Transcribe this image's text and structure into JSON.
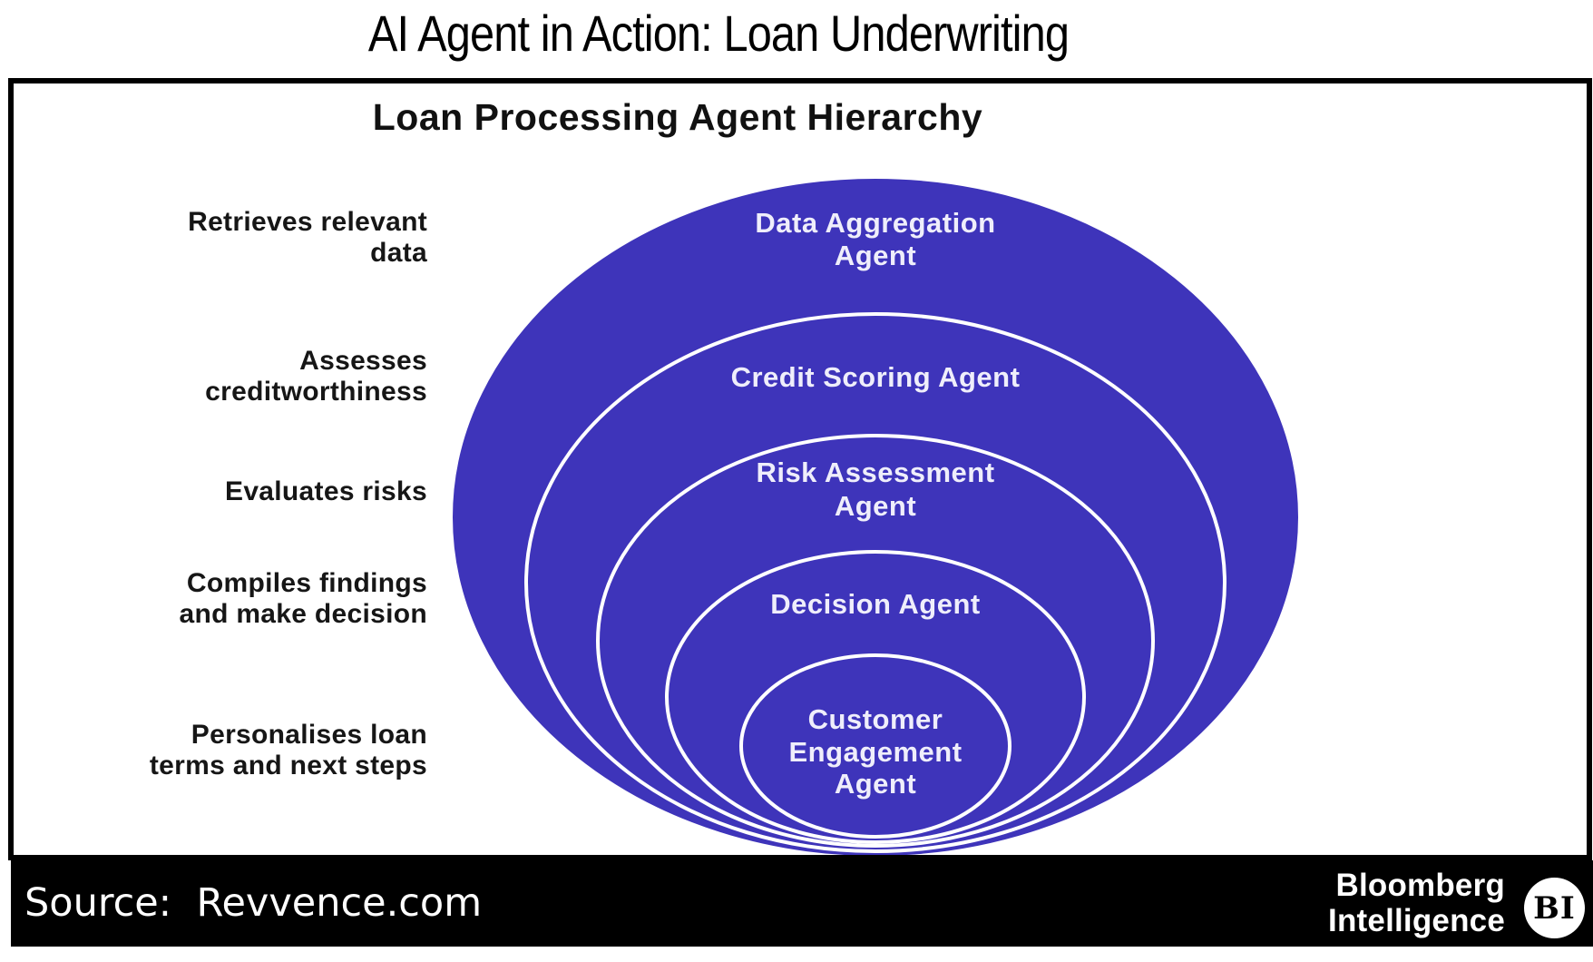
{
  "page_title": "AI Agent in Action: Loan Underwriting",
  "colors": {
    "ring_fill": "#3e34ba",
    "ring_stroke": "#ffffff",
    "ring_text": "#efeefb",
    "footer_bg": "#000000",
    "footer_text": "#ffffff"
  },
  "panel": {
    "heading": "Loan Processing Agent Hierarchy",
    "left_labels": [
      "Retrieves relevant\ndata",
      "Assesses\ncreditworthiness",
      "Evaluates risks",
      "Compiles findings\nand make decision",
      "Personalises loan\nterms and next steps"
    ],
    "rings": [
      {
        "label_lines": [
          "Data Aggregation",
          "Agent"
        ]
      },
      {
        "label_lines": [
          "Credit Scoring Agent"
        ]
      },
      {
        "label_lines": [
          "Risk Assessment",
          "Agent"
        ]
      },
      {
        "label_lines": [
          "Decision Agent"
        ]
      },
      {
        "label_lines": [
          "Customer",
          "Engagement",
          "Agent"
        ]
      }
    ]
  },
  "footer": {
    "source": "Source:  Revvence.com",
    "brand": "Bloomberg\nIntelligence",
    "badge": "BI"
  }
}
